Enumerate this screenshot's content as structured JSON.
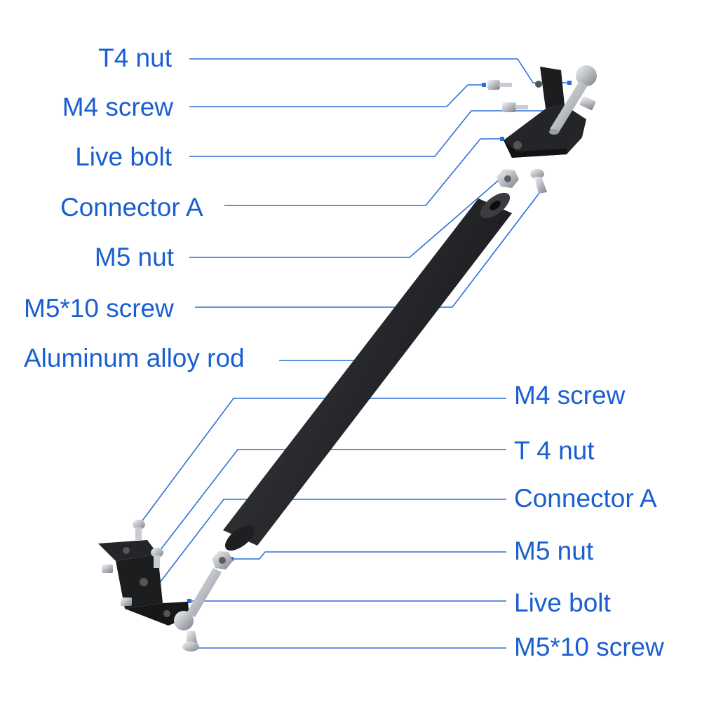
{
  "colors": {
    "label": "#1a5fd0",
    "leader": "#2c6fd8",
    "rod": "#2b2d30",
    "bracket": "#1c1d1f",
    "metal": "#c9ccd1"
  },
  "labels": {
    "top": {
      "t4_nut": "T4 nut",
      "m4_screw": "M4 screw",
      "live_bolt": "Live bolt",
      "connector_a": "Connector A",
      "m5_nut": "M5 nut",
      "m5_10_screw": "M5*10 screw",
      "rod": "Aluminum alloy rod"
    },
    "bottom": {
      "m4_screw": "M4 screw",
      "t4_nut": "T 4 nut",
      "connector_a": "Connector A",
      "m5_nut": "M5 nut",
      "live_bolt": "Live bolt",
      "m5_10_screw": "M5*10 screw"
    }
  }
}
